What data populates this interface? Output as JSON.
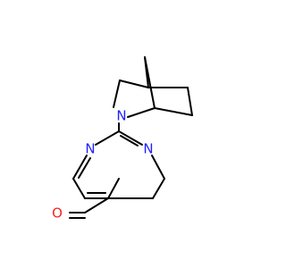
{
  "molecule": {
    "atoms": [
      {
        "id": "n-bicyclic",
        "symbol": "N",
        "color": "#1f1fff"
      },
      {
        "id": "n-pyrimidine-1",
        "symbol": "N",
        "color": "#1f1fff"
      },
      {
        "id": "n-pyrimidine-3",
        "symbol": "N",
        "color": "#1f1fff"
      },
      {
        "id": "o-aldehyde",
        "symbol": "O",
        "color": "#ff1f1f"
      }
    ],
    "bond_color": "#000000"
  }
}
